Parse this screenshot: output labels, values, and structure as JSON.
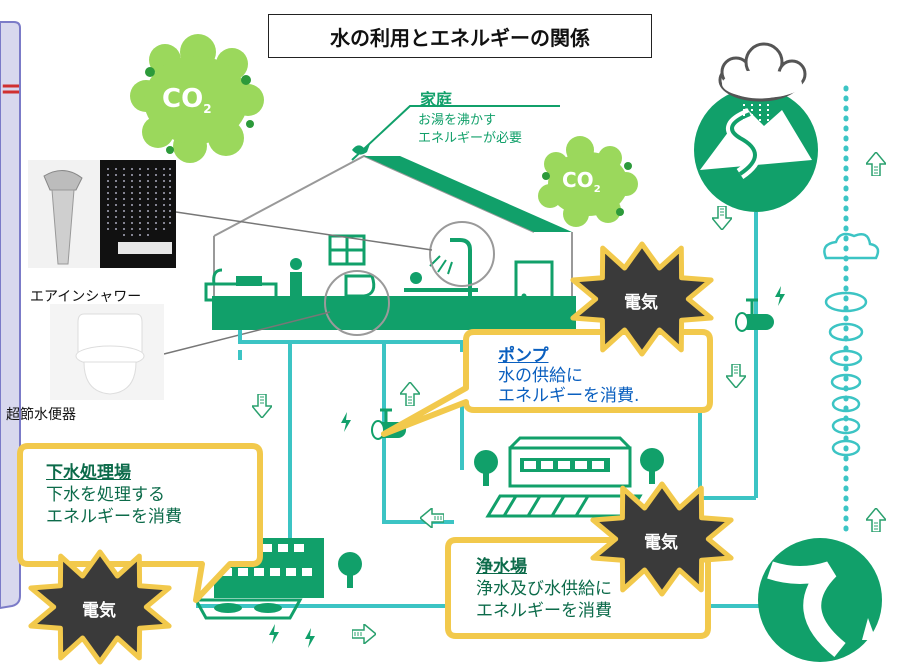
{
  "title": "水の利用とエネルギーの関係",
  "left_edge_char": "=",
  "home": {
    "label": "家庭",
    "note_line1": "お湯を沸かす",
    "note_line2": "エネルギーが必要"
  },
  "co2": {
    "main": "CO",
    "sub": "2"
  },
  "products": {
    "shower": "エアインシャワー",
    "toilet": "超節水便器"
  },
  "electricity": "電気",
  "pump": {
    "title": "ポンプ",
    "line1": "水の供給に",
    "line2": "エネルギーを消費."
  },
  "sewage": {
    "title": "下水処理場",
    "line1": "下水を処理する",
    "line2": "エネルギーを消費"
  },
  "purification": {
    "title": "浄水場",
    "line1": "浄水及び水供給に",
    "line2": "エネルギーを消費"
  },
  "colors": {
    "green": "#11a06a",
    "cyan": "#3cc4c4",
    "gold": "#f2c94c",
    "dark": "#3a3a3a",
    "sidebar": "#d8d8ee"
  }
}
